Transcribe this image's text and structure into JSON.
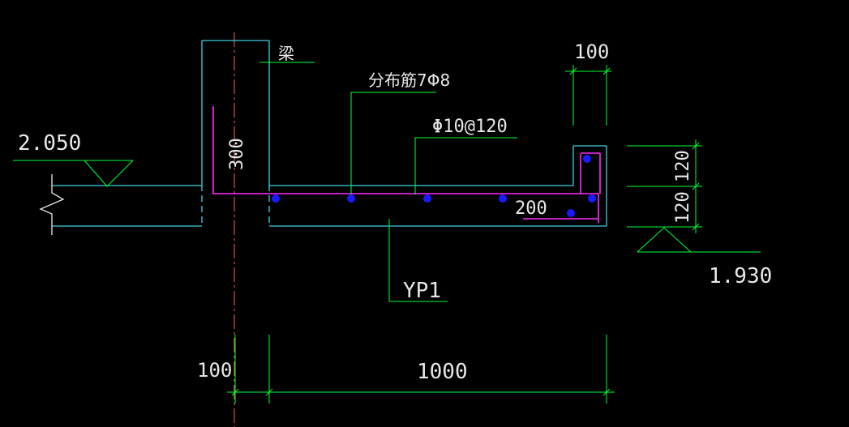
{
  "drawing": {
    "beam_label": "梁",
    "distribution_rebar_label": "分布筋7Φ8",
    "main_rebar_label": "Φ10@120",
    "slab_label": "YP1",
    "elev_left": "2.050",
    "elev_right": "1.930",
    "dim_beam_height": "300",
    "dim_upturn_width": "100",
    "dim_upper_thickness": "120",
    "dim_lower_thickness": "120",
    "dim_anchor_length": "200",
    "dim_left_offset": "100",
    "dim_span": "1000"
  },
  "colors": {
    "background": "#000000",
    "concrete_outline": "#3fd0e0",
    "rebar": "#ff2bff",
    "rebar_dots": "#1a1aff",
    "dimension": "#00ff33",
    "text": "#e8e8e8",
    "centerline": "#ff6060"
  }
}
